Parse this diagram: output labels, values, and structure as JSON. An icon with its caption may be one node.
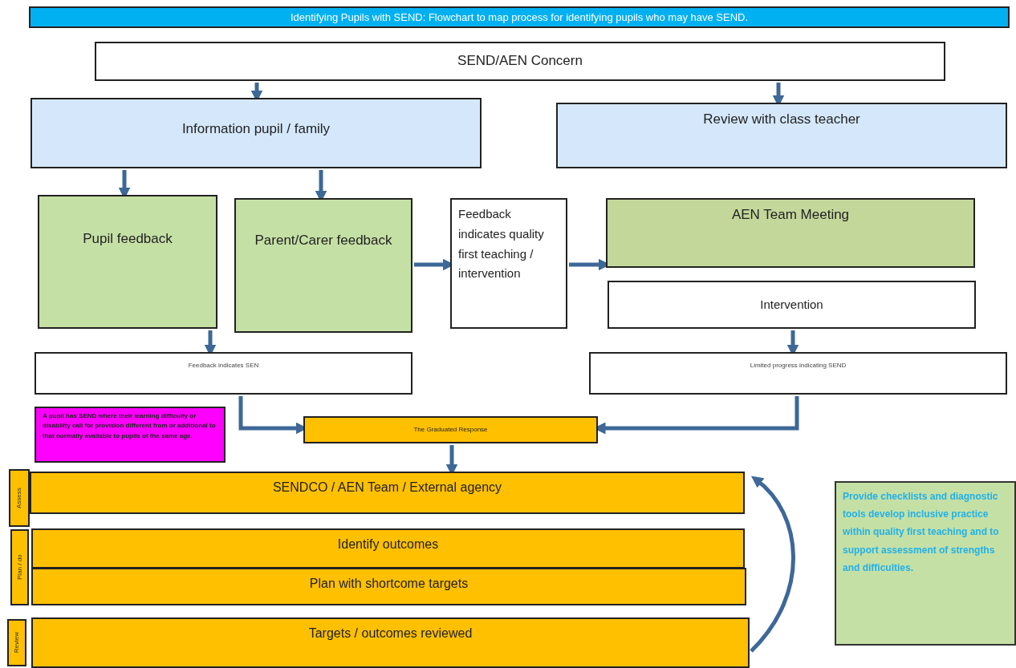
{
  "diagram": {
    "title": "Identifying Pupils with SEND:  Flowchart to map process for identifying pupils who may have SEND.",
    "nodes": [
      {
        "text": [
          "SEND/AEN Concern"
        ]
      },
      {
        "text": [
          "Information pupil / family"
        ]
      },
      {
        "text": [
          "Review with class teacher"
        ]
      },
      {
        "text": [
          "Pupil feedback"
        ]
      },
      {
        "text": [
          "Parent/Carer feedback"
        ]
      },
      {
        "text": [
          "Feedback indicates quality first teaching / intervention"
        ]
      },
      {
        "text": [
          "AEN Team Meeting"
        ]
      },
      {
        "text": [
          "Intervention"
        ]
      },
      {
        "text": [
          "Feedback indicates SEN"
        ]
      },
      {
        "text": [
          "Limited progress indicating SEND"
        ]
      },
      {
        "text": [
          "A pupil has SEND where their learning difficulty or disability call for provision different from or additional to that normally available to pupils of the same age."
        ]
      },
      {
        "text": [
          "The Graduated Response"
        ]
      },
      {
        "text": [
          "Assess"
        ]
      },
      {
        "text": [
          "SENDCO / AEN Team / External agency"
        ]
      },
      {
        "text": [
          "Plan / do"
        ]
      },
      {
        "text": [
          "Identify outcomes"
        ]
      },
      {
        "text": [
          "Plan with shortcome targets"
        ]
      },
      {
        "text": [
          "Review"
        ]
      },
      {
        "text": [
          "Targets / outcomes reviewed"
        ]
      },
      {
        "text": [
          "Provide checklists and diagnostic tools develop inclusive practice within quality first teaching and to support assessment of strengths and difficulties."
        ]
      }
    ],
    "edges": [
      {
        "from": 0,
        "to": 1,
        "arrow": "to"
      },
      {
        "from": 0,
        "to": 2,
        "arrow": "to"
      },
      {
        "from": 1,
        "to": 3,
        "arrow": "to"
      },
      {
        "from": 1,
        "to": 4,
        "arrow": "to"
      },
      {
        "from": 4,
        "to": 5,
        "arrow": "to"
      },
      {
        "from": 5,
        "to": 6,
        "arrow": "to"
      },
      {
        "from": 3,
        "to": 8,
        "arrow": "to"
      },
      {
        "from": 7,
        "to": 9,
        "arrow": "to"
      },
      {
        "from": 8,
        "to": 11,
        "arrow": "to"
      },
      {
        "from": 9,
        "to": 11,
        "arrow": "to"
      },
      {
        "from": 11,
        "to": 13,
        "arrow": "to"
      },
      {
        "from": 18,
        "to": 13,
        "arrow": "to"
      }
    ]
  }
}
